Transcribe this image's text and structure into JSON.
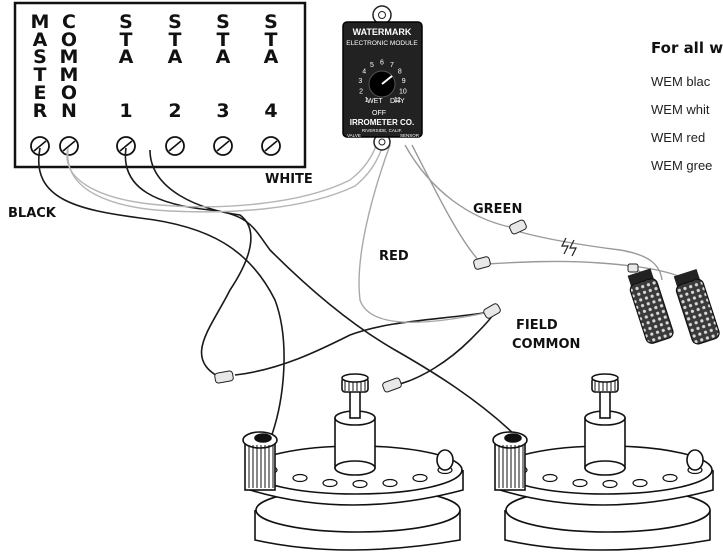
{
  "terminal_strip": {
    "terminals": [
      {
        "id": "master",
        "letters": [
          "M",
          "A",
          "S",
          "T",
          "E",
          "R"
        ]
      },
      {
        "id": "common",
        "letters": [
          "C",
          "O",
          "M",
          "M",
          "O",
          "N"
        ]
      },
      {
        "id": "sta-1",
        "letters": [
          "S",
          "T",
          "A",
          "",
          "",
          "1"
        ]
      },
      {
        "id": "sta-2",
        "letters": [
          "S",
          "T",
          "A",
          "",
          "",
          "2"
        ]
      },
      {
        "id": "sta-3",
        "letters": [
          "S",
          "T",
          "A",
          "",
          "",
          "3"
        ]
      },
      {
        "id": "sta-4",
        "letters": [
          "S",
          "T",
          "A",
          "",
          "",
          "4"
        ]
      }
    ]
  },
  "module": {
    "brand": "WATERMARK",
    "subtitle": "ELECTRONIC MODULE",
    "maker": "IRROMETER CO.",
    "location": "RIVERSIDE, CALIF.",
    "valve_label": "VALVE",
    "sensor_label": "SENSOR",
    "dial": {
      "numbers": [
        "1",
        "2",
        "3",
        "4",
        "5",
        "6",
        "7",
        "8",
        "9",
        "10",
        "11"
      ],
      "off": "OFF",
      "wet": "WET",
      "dry": "DRY"
    }
  },
  "wire_labels": {
    "white": "WHITE",
    "black": "BLACK",
    "green": "GREEN",
    "red": "RED",
    "field_common_1": "FIELD",
    "field_common_2": "COMMON"
  },
  "notes": {
    "heading": "For all w",
    "lines": [
      "WEM blac",
      "WEM whit",
      "WEM red",
      "WEM gree"
    ]
  },
  "colors": {
    "black_wire": "#1a1a1a",
    "white_wire": "#b5b5b5",
    "red_wire": "#a8a8a8",
    "green_wire": "#9a9a9a",
    "module_body": "#222222"
  }
}
